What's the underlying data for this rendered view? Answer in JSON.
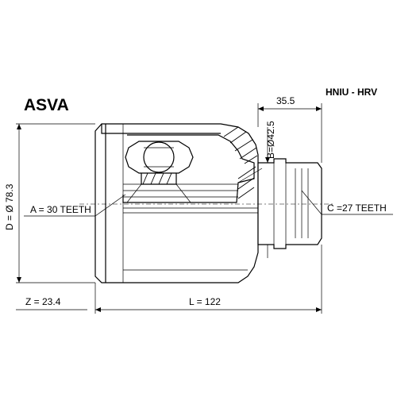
{
  "brand": "ASVA",
  "part_code": "HNIU - HRV",
  "dimensions": {
    "stub_length": "35.5",
    "stub_diameter": "B=Ø42.5",
    "outer_diameter": "D = Ø 78.3",
    "inner_teeth": "A = 30 TEETH",
    "outer_teeth": "C =27 TEETH",
    "offset": "Z = 23.4",
    "length": "L = 122"
  }
}
